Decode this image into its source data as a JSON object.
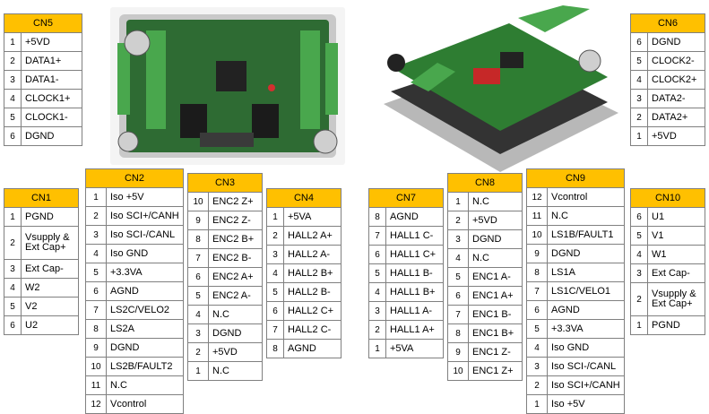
{
  "connectors": {
    "cn5": {
      "title": "CN5",
      "rows": [
        [
          "1",
          "+5VD"
        ],
        [
          "2",
          "DATA1+"
        ],
        [
          "3",
          "DATA1-"
        ],
        [
          "4",
          "CLOCK1+"
        ],
        [
          "5",
          "CLOCK1-"
        ],
        [
          "6",
          "DGND"
        ]
      ]
    },
    "cn6": {
      "title": "CN6",
      "rows": [
        [
          "6",
          "DGND"
        ],
        [
          "5",
          "CLOCK2-"
        ],
        [
          "4",
          "CLOCK2+"
        ],
        [
          "3",
          "DATA2-"
        ],
        [
          "2",
          "DATA2+"
        ],
        [
          "1",
          "+5VD"
        ]
      ]
    },
    "cn1": {
      "title": "CN1",
      "rows": [
        [
          "1",
          "PGND"
        ],
        [
          "2",
          "Vsupply & Ext Cap+"
        ],
        [
          "3",
          "Ext Cap-"
        ],
        [
          "4",
          "W2"
        ],
        [
          "5",
          "V2"
        ],
        [
          "6",
          "U2"
        ]
      ]
    },
    "cn2": {
      "title": "CN2",
      "rows": [
        [
          "1",
          "Iso +5V"
        ],
        [
          "2",
          "Iso SCI+/CANH"
        ],
        [
          "3",
          "Iso SCI-/CANL"
        ],
        [
          "4",
          "Iso GND"
        ],
        [
          "5",
          "+3.3VA"
        ],
        [
          "6",
          "AGND"
        ],
        [
          "7",
          "LS2C/VELO2"
        ],
        [
          "8",
          "LS2A"
        ],
        [
          "9",
          "DGND"
        ],
        [
          "10",
          "LS2B/FAULT2"
        ],
        [
          "11",
          "N.C"
        ],
        [
          "12",
          "Vcontrol"
        ]
      ]
    },
    "cn3": {
      "title": "CN3",
      "rows": [
        [
          "10",
          "ENC2 Z+"
        ],
        [
          "9",
          "ENC2 Z-"
        ],
        [
          "8",
          "ENC2 B+"
        ],
        [
          "7",
          "ENC2 B-"
        ],
        [
          "6",
          "ENC2 A+"
        ],
        [
          "5",
          "ENC2 A-"
        ],
        [
          "4",
          "N.C"
        ],
        [
          "3",
          "DGND"
        ],
        [
          "2",
          "+5VD"
        ],
        [
          "1",
          "N.C"
        ]
      ]
    },
    "cn4": {
      "title": "CN4",
      "rows": [
        [
          "1",
          "+5VA"
        ],
        [
          "2",
          "HALL2 A+"
        ],
        [
          "3",
          "HALL2 A-"
        ],
        [
          "4",
          "HALL2 B+"
        ],
        [
          "5",
          "HALL2 B-"
        ],
        [
          "6",
          "HALL2 C+"
        ],
        [
          "7",
          "HALL2 C-"
        ],
        [
          "8",
          "AGND"
        ]
      ]
    },
    "cn7": {
      "title": "CN7",
      "rows": [
        [
          "8",
          "AGND"
        ],
        [
          "7",
          "HALL1 C-"
        ],
        [
          "6",
          "HALL1 C+"
        ],
        [
          "5",
          "HALL1 B-"
        ],
        [
          "4",
          "HALL1 B+"
        ],
        [
          "3",
          "HALL1 A-"
        ],
        [
          "2",
          "HALL1 A+"
        ],
        [
          "1",
          "+5VA"
        ]
      ]
    },
    "cn8": {
      "title": "CN8",
      "rows": [
        [
          "1",
          "N.C"
        ],
        [
          "2",
          "+5VD"
        ],
        [
          "3",
          "DGND"
        ],
        [
          "4",
          "N.C"
        ],
        [
          "5",
          "ENC1 A-"
        ],
        [
          "6",
          "ENC1 A+"
        ],
        [
          "7",
          "ENC1 B-"
        ],
        [
          "8",
          "ENC1 B+"
        ],
        [
          "9",
          "ENC1 Z-"
        ],
        [
          "10",
          "ENC1 Z+"
        ]
      ]
    },
    "cn9": {
      "title": "CN9",
      "rows": [
        [
          "12",
          "Vcontrol"
        ],
        [
          "11",
          "N.C"
        ],
        [
          "10",
          "LS1B/FAULT1"
        ],
        [
          "9",
          "DGND"
        ],
        [
          "8",
          "LS1A"
        ],
        [
          "7",
          "LS1C/VELO1"
        ],
        [
          "6",
          "AGND"
        ],
        [
          "5",
          "+3.3VA"
        ],
        [
          "4",
          "Iso GND"
        ],
        [
          "3",
          "Iso SCI-/CANL"
        ],
        [
          "2",
          "Iso SCI+/CANH"
        ],
        [
          "1",
          "Iso +5V"
        ]
      ]
    },
    "cn10": {
      "title": "CN10",
      "rows": [
        [
          "6",
          "U1"
        ],
        [
          "5",
          "V1"
        ],
        [
          "4",
          "W1"
        ],
        [
          "3",
          "Ext Cap-"
        ],
        [
          "2",
          "Vsupply & Ext Cap+"
        ],
        [
          "1",
          "PGND"
        ]
      ]
    }
  },
  "colors": {
    "header": "#ffc000",
    "border": "#808080",
    "pcb_green": "#2e7d32",
    "terminal_green": "#43a047"
  }
}
